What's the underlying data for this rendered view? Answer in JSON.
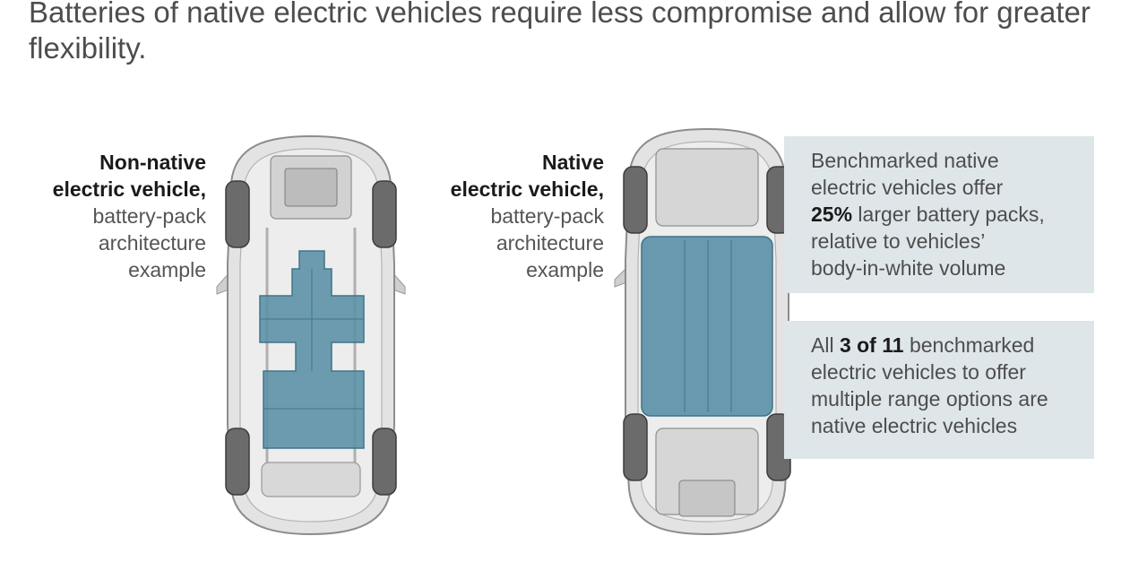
{
  "title": "Batteries of native electric vehicles require less compromise and allow for greater flexibility.",
  "nonnative": {
    "bold_line1": "Non-native",
    "bold_line2": "electric vehicle,",
    "light_line1": "battery-pack",
    "light_line2": "architecture",
    "light_line3": "example"
  },
  "native": {
    "bold_line1": "Native",
    "bold_line2": "electric vehicle,",
    "light_line1": "battery-pack",
    "light_line2": "architecture",
    "light_line3": "example"
  },
  "callout1": {
    "line1": "Benchmarked native",
    "line2": "electric vehicles offer",
    "highlight": "25%",
    "line3_rest": " larger battery packs,",
    "line4": "relative to vehicles’",
    "line5": "body-in-white volume"
  },
  "callout2": {
    "prefix": "All ",
    "highlight": "3 of 11",
    "line1_rest": " benchmarked",
    "line2": "electric vehicles to offer",
    "line3": "multiple range options are",
    "line4": "native electric vehicles"
  },
  "colors": {
    "battery": "#5a8fa6",
    "callout_bg": "#dfe6e9",
    "car_body": "#e3e3e3",
    "title_text": "#4d4d4d"
  }
}
